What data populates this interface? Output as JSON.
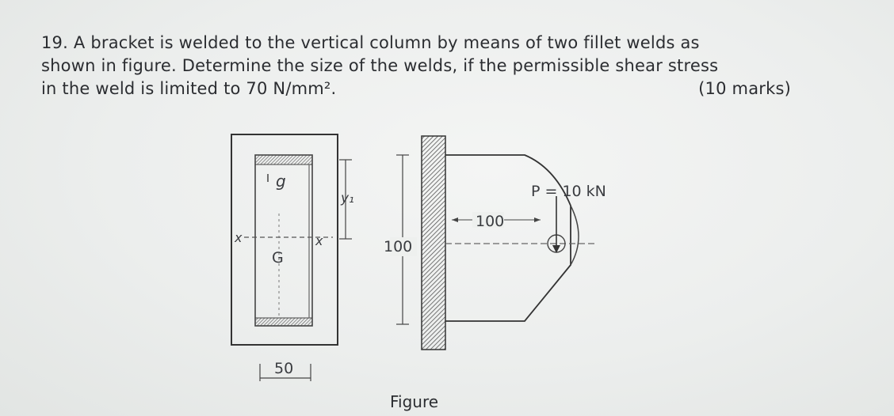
{
  "question": {
    "number": "19.",
    "line1": "A bracket is welded to the vertical column by means of two fillet welds as",
    "line2": "shown in figure. Determine the size of the welds, if the permissible shear stress",
    "line3": "in the weld is limited to 70 N/mm².",
    "marks": "(10 marks)"
  },
  "figure": {
    "label_g": "g",
    "label_G": "G",
    "label_x_left": "x",
    "label_x_right": "x",
    "label_y1": "y₁",
    "dim_width": "50",
    "dim_height": "100",
    "dim_offset": "100",
    "load_label": "P = 10 kN",
    "caption": "Figure"
  }
}
